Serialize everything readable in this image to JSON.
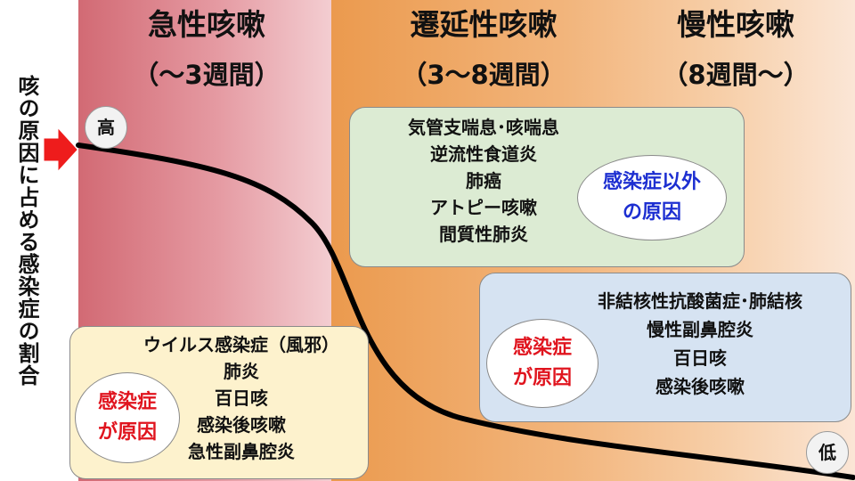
{
  "phases": [
    {
      "title": "急性咳嗽",
      "period": "（～3週間）"
    },
    {
      "title": "遷延性咳嗽",
      "period": "（3～8週間）"
    },
    {
      "title": "慢性咳嗽",
      "period": "（8週間～）"
    }
  ],
  "axis": {
    "label": "咳の原因に占める感染症の割合",
    "high": "高",
    "low": "低"
  },
  "groups": {
    "non_infection": {
      "causes": [
        "気管支喘息･咳喘息",
        "逆流性食道炎",
        "肺癌",
        "アトピー咳嗽",
        "間質性肺炎"
      ],
      "badge_line1": "感染症以外",
      "badge_line2": "の原因"
    },
    "chronic_infection": {
      "causes": [
        "非結核性抗酸菌症･肺結核",
        "慢性副鼻腔炎",
        "百日咳",
        "感染後咳嗽"
      ],
      "badge_line1": "感染症",
      "badge_line2": "が原因"
    },
    "acute_infection": {
      "causes": [
        "ウイルス感染症（風邪）",
        "肺炎",
        "百日咳",
        "感染後咳嗽",
        "急性副鼻腔炎"
      ],
      "badge_line1": "感染症",
      "badge_line2": "が原因"
    }
  },
  "colors": {
    "acute_band": "#d26a74",
    "sub_band": "#eb9a4e",
    "non_infection_box": "#dcebd3",
    "chronic_infection_box": "#d6e3f2",
    "acute_infection_box": "#fdf2cd",
    "infection_text": "#e0141e",
    "non_infection_text": "#1d2fd1",
    "arrow": "#ee1c1c",
    "curve": "#000000"
  }
}
